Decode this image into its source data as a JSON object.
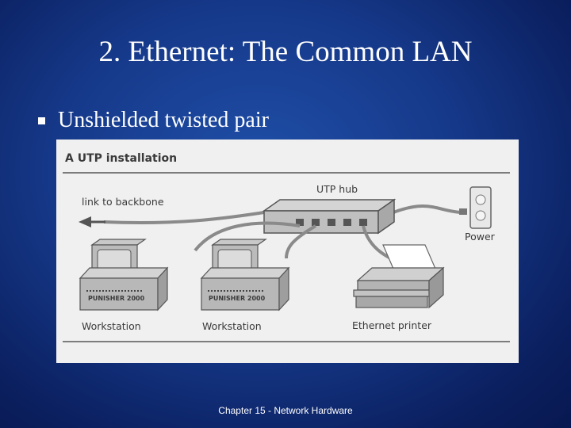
{
  "slide": {
    "title": "2. Ethernet: The Common LAN",
    "bullet": "Unshielded twisted pair",
    "footer": "Chapter 15 - Network Hardware"
  },
  "figure": {
    "heading": "A UTP installation",
    "labels": {
      "hub": "UTP hub",
      "backbone": "link to backbone",
      "power": "Power",
      "workstation_1": "Workstation",
      "workstation_2": "Workstation",
      "printer": "Ethernet printer",
      "brand_1": "PUNISHER 2000",
      "brand_2": "PUNISHER 2000"
    }
  }
}
